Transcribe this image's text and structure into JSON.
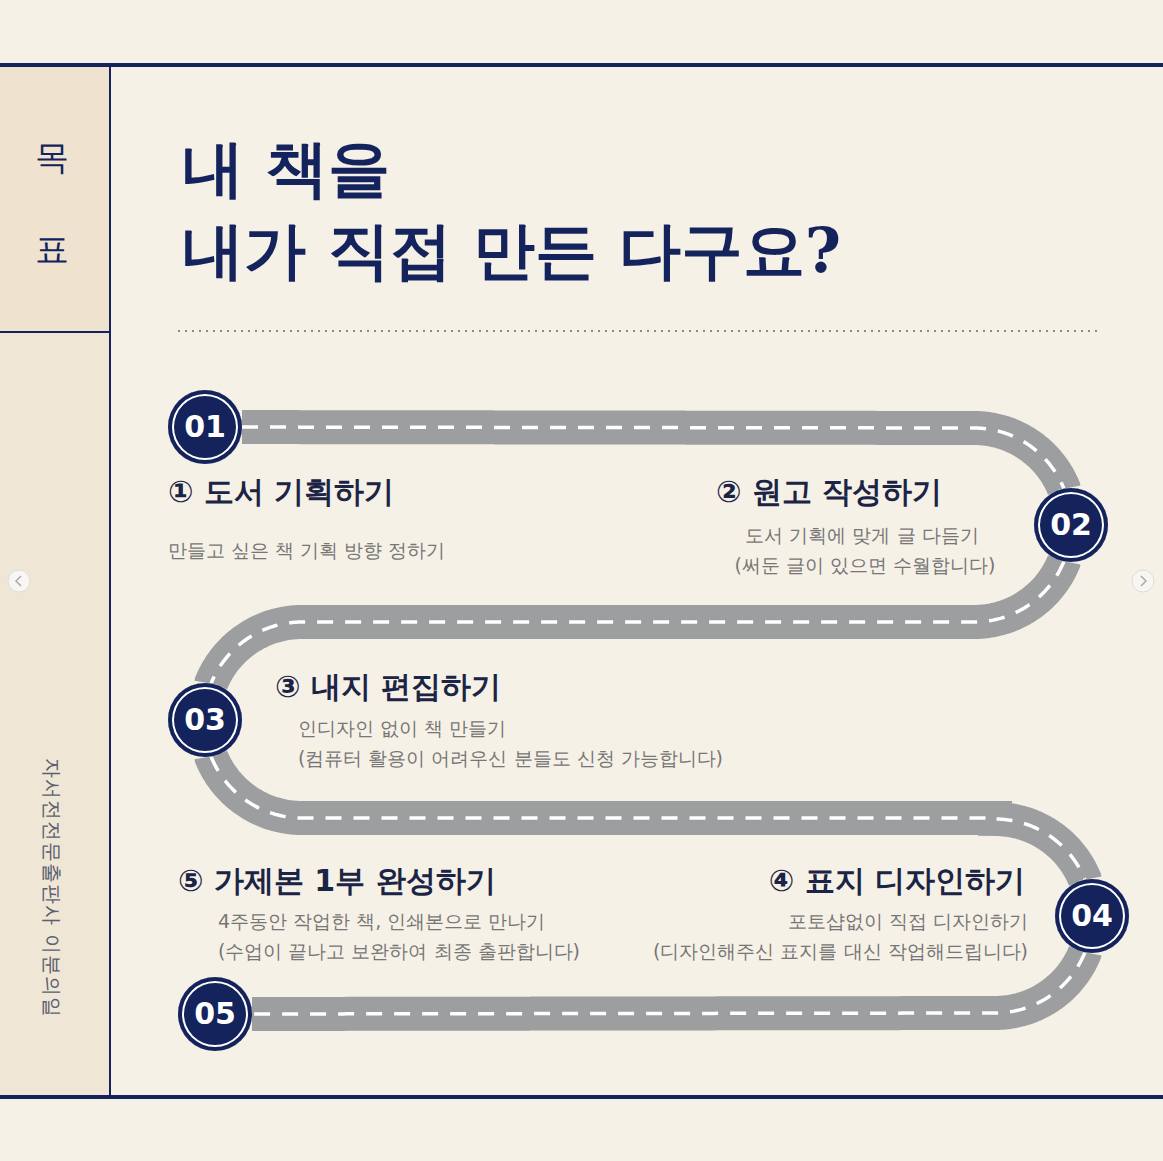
{
  "diagram": {
    "title": "내 책을 내가 직접 만든 다구요?",
    "nodes": [
      {
        "text": [
          "01"
        ]
      },
      {
        "text": [
          "02"
        ]
      },
      {
        "text": [
          "03"
        ]
      },
      {
        "text": [
          "04"
        ]
      },
      {
        "text": [
          "05"
        ]
      }
    ],
    "edges": [
      {
        "from": 0,
        "to": 1,
        "arrow": "none"
      },
      {
        "from": 1,
        "to": 2,
        "arrow": "none"
      },
      {
        "from": 2,
        "to": 3,
        "arrow": "none"
      },
      {
        "from": 3,
        "to": 4,
        "arrow": "none"
      }
    ],
    "labels": [
      "① 도서 기획하기",
      "만들고 싶은 책 기획 방향 정하기",
      "② 원고 작성하기",
      "도서 기획에 맞게 글 다듬기",
      "(써둔 글이 있으면 수월합니다)",
      "③ 내지 편집하기",
      "인디자인 없이 책 만들기",
      "(컴퓨터 활용이 어려우신 분들도 신청 가능합니다)",
      "⑤ 가제본 1부 완성하기",
      "4주동안 작업한 책, 인쇄본으로 만나기",
      "(수업이 끝나고 보완하여 최종 출판합니다)",
      "④ 표지 디자인하기",
      "포토샵없이 직접 디자인하기",
      "(디자인해주신 표지를 대신 작업해드립니다)",
      "목표",
      "자서전전문출판사 이분의일"
    ]
  }
}
